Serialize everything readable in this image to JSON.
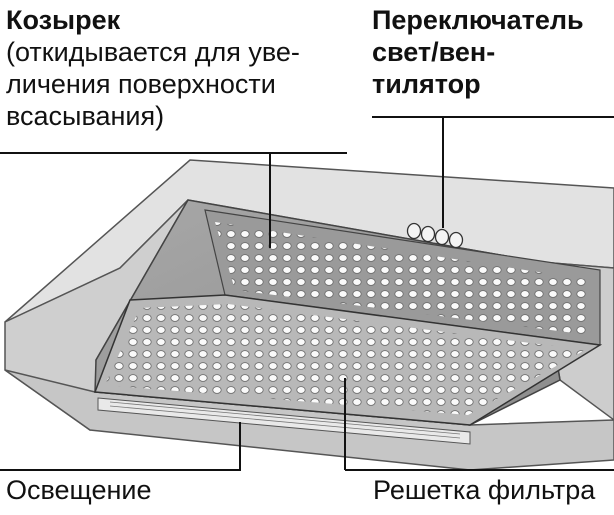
{
  "labels": {
    "visor": {
      "title": "Козырек",
      "description_lines": [
        "(откидывается для уве-",
        "личения поверхности",
        "всасывания)"
      ]
    },
    "switch": {
      "lines": [
        "Переключатель",
        "свет/вен-",
        "тилятор"
      ]
    },
    "lighting": "Освещение",
    "filter_grille": "Решетка фильтра"
  }
}
